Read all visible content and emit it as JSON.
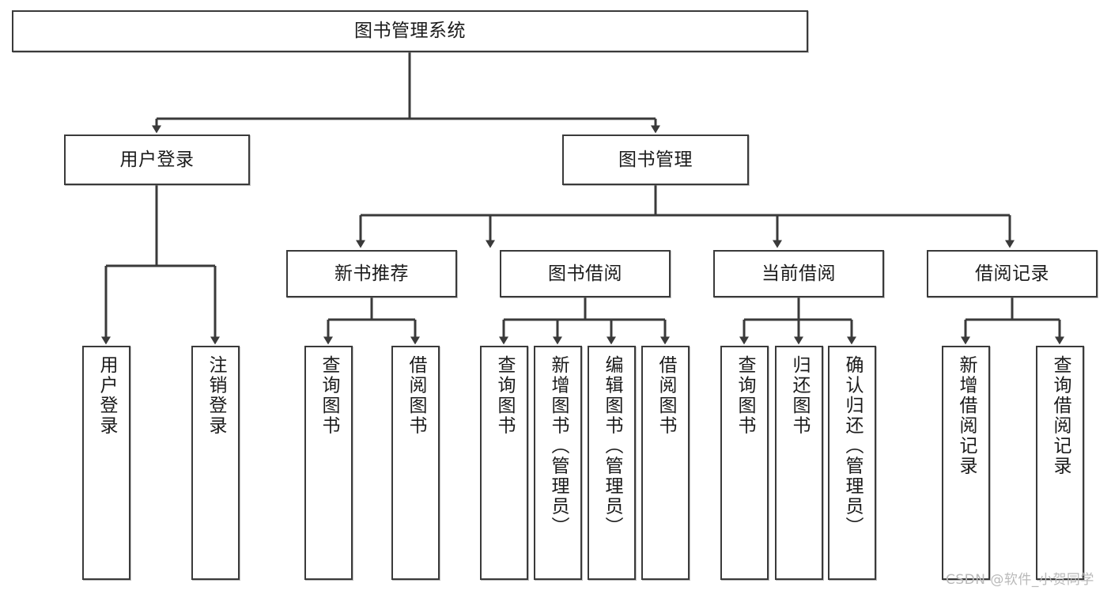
{
  "diagram": {
    "title": "图书管理系统",
    "orientation": "top-down-tree",
    "watermark": "CSDN @软件_小贺同学",
    "colors": {
      "box_border": "#3a3a3a",
      "box_fill": "#ffffff",
      "edge": "#3a3a3a",
      "text": "#1b1b1b",
      "watermark": "#b9b9b9"
    },
    "root": {
      "label": "图书管理系统",
      "text_direction": "horizontal"
    },
    "level2": [
      {
        "label": "用户登录",
        "text_direction": "horizontal"
      },
      {
        "label": "图书管理",
        "text_direction": "horizontal"
      }
    ],
    "level3": [
      {
        "label": "新书推荐",
        "text_direction": "horizontal"
      },
      {
        "label": "图书借阅",
        "text_direction": "horizontal"
      },
      {
        "label": "当前借阅",
        "text_direction": "horizontal"
      },
      {
        "label": "借阅记录",
        "text_direction": "horizontal"
      }
    ],
    "leaves": {
      "user_login": [
        {
          "label": "用户登录",
          "text_direction": "vertical"
        },
        {
          "label": "注销登录",
          "text_direction": "vertical"
        }
      ],
      "new_book_recommend": [
        {
          "label": "查询图书",
          "text_direction": "vertical"
        },
        {
          "label": "借阅图书",
          "text_direction": "vertical"
        }
      ],
      "book_borrow": [
        {
          "label": "查询图书",
          "text_direction": "vertical"
        },
        {
          "label": "新增图书（管理员）",
          "text_direction": "vertical"
        },
        {
          "label": "编辑图书（管理员）",
          "text_direction": "vertical"
        },
        {
          "label": "借阅图书",
          "text_direction": "vertical"
        }
      ],
      "current_borrow": [
        {
          "label": "查询图书",
          "text_direction": "vertical"
        },
        {
          "label": "归还图书",
          "text_direction": "vertical"
        },
        {
          "label": "确认归还（管理员）",
          "text_direction": "vertical"
        }
      ],
      "borrow_record": [
        {
          "label": "新增借阅记录",
          "text_direction": "vertical"
        },
        {
          "label": "查询借阅记录",
          "text_direction": "vertical"
        }
      ]
    }
  }
}
